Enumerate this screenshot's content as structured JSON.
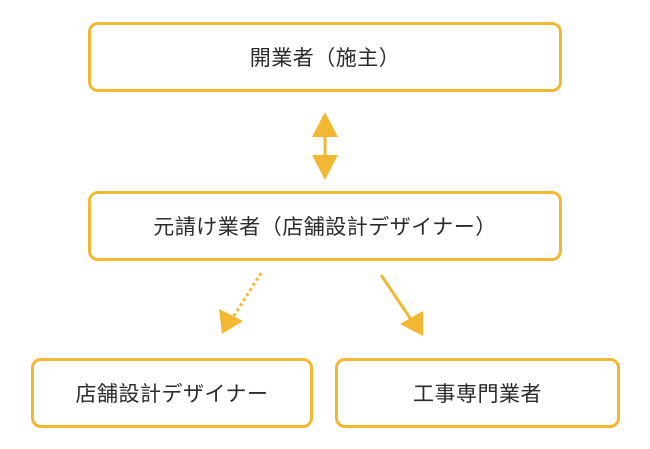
{
  "diagram": {
    "nodes": {
      "owner": "開業者（施主）",
      "prime_contractor": "元請け業者（店舗設計デザイナー）",
      "designer": "店舗設計デザイナー",
      "construction": "工事専門業者"
    },
    "edges": [
      {
        "from": "owner",
        "to": "prime_contractor",
        "style": "solid",
        "direction": "both"
      },
      {
        "from": "prime_contractor",
        "to": "designer",
        "style": "dotted",
        "direction": "forward"
      },
      {
        "from": "prime_contractor",
        "to": "construction",
        "style": "solid",
        "direction": "forward"
      }
    ],
    "colors": {
      "accent": "#f4b731",
      "text": "#2b2b2b",
      "background": "#ffffff"
    }
  }
}
